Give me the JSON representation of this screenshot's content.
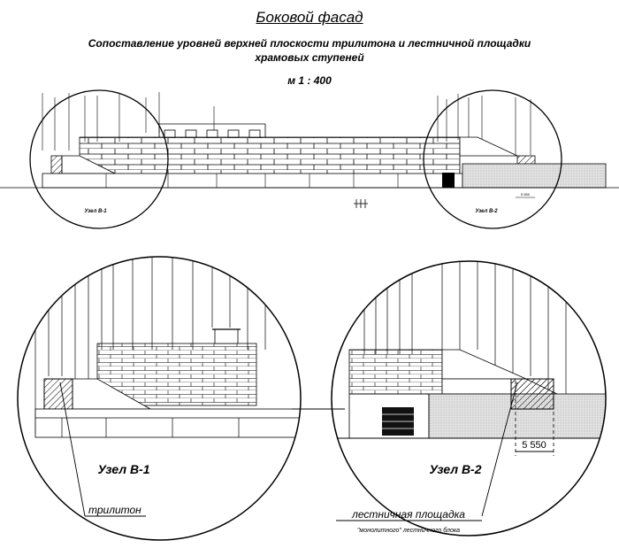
{
  "header": {
    "title": "Боковой фасад",
    "subtitle_line1": "Сопоставление уровней верхней плоскости трилитона и лестничной площадки",
    "subtitle_line2": "храмовых ступеней",
    "scale": "м 1 : 400"
  },
  "top_view": {
    "node1_label": "Узел В-1",
    "node2_label": "Узел В-2",
    "node2_dimension": "5 550"
  },
  "detail_view": {
    "node1_label": "Узел В-1",
    "node2_label": "Узел В-2",
    "dimension": "5 550",
    "callout_left": "трилитон",
    "callout_right": "лестничная площадка",
    "callout_right_note": "\"монолитного\" лестничного блока"
  }
}
